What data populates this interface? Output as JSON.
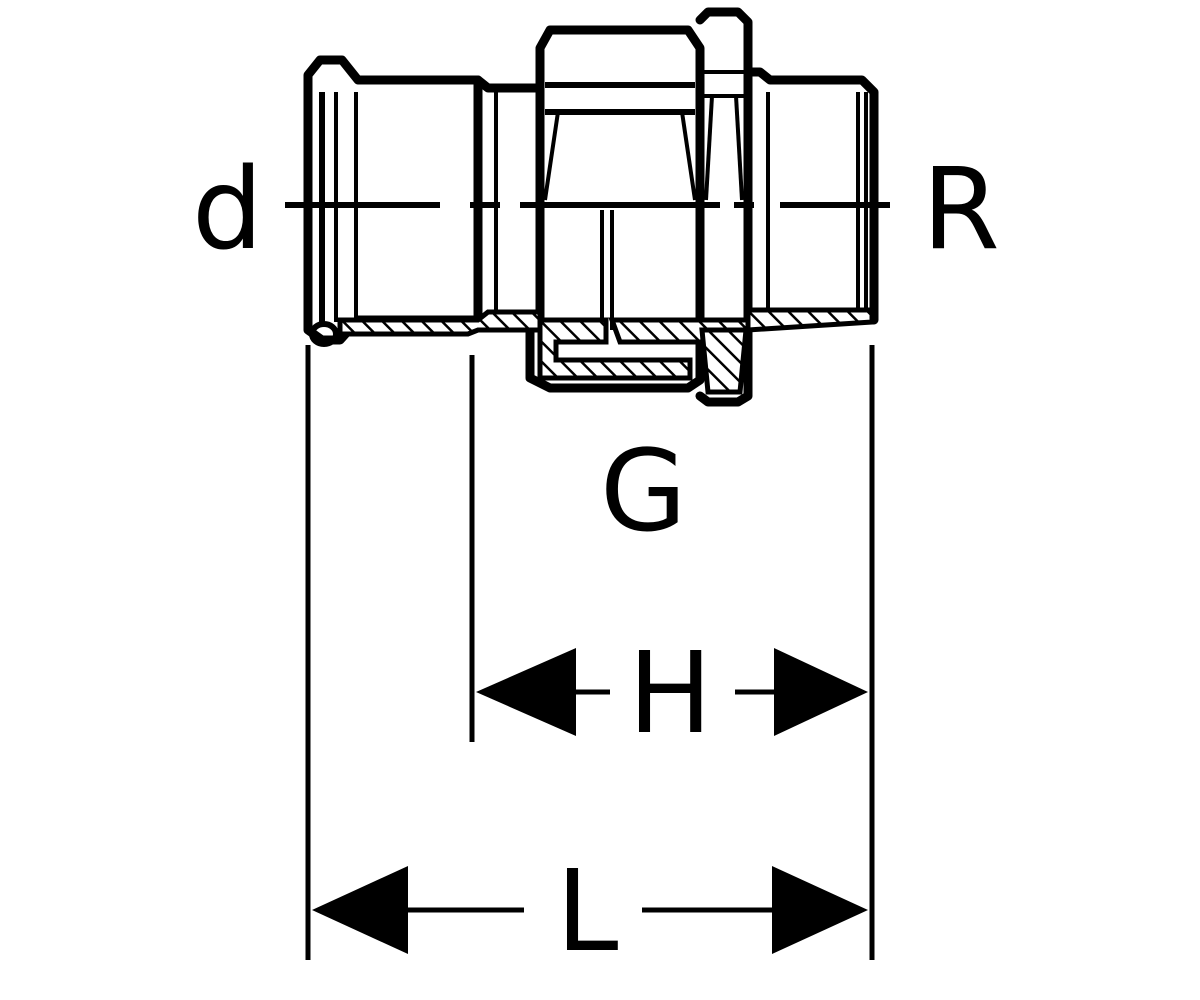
{
  "labels": {
    "d": "d",
    "R": "R",
    "G": "G",
    "H": "H",
    "L": "L"
  },
  "colors": {
    "line": "#000000",
    "background": "#ffffff"
  }
}
